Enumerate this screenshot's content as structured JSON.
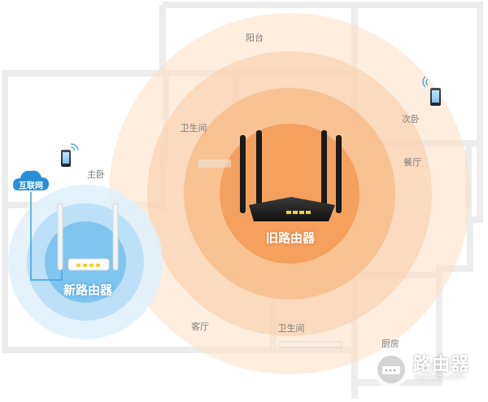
{
  "rooms": {
    "balcony": "阳台",
    "bathroom_top": "卫生间",
    "second_bedroom": "次卧",
    "master_bedroom": "主卧",
    "dining_room": "餐厅",
    "living_room": "客厅",
    "bathroom_bottom": "卫生间",
    "kitchen": "厨房"
  },
  "routers": {
    "old_label": "旧路由器",
    "new_label": "新路由器"
  },
  "internet_label": "互联网",
  "watermark": {
    "text": "路由器",
    "url": "luyouqi.com"
  },
  "colors": {
    "old_router_coverage": "#f28a3c",
    "new_router_coverage": "#3aa3e6",
    "wall": "#ececec",
    "cable": "#3aa3e6",
    "cloud": "#2a8fd6"
  }
}
